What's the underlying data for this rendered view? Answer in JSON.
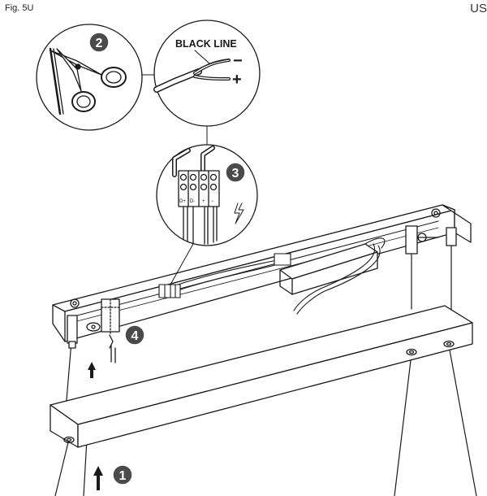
{
  "figure_label": "Fig. 5U",
  "language_label": "US",
  "callout_wire": {
    "text": "BLACK LINE",
    "minus": "−",
    "plus": "+"
  },
  "terminal_labels": [
    "D+",
    "D-",
    "+",
    "−"
  ],
  "steps": [
    "1",
    "2",
    "3",
    "4"
  ]
}
